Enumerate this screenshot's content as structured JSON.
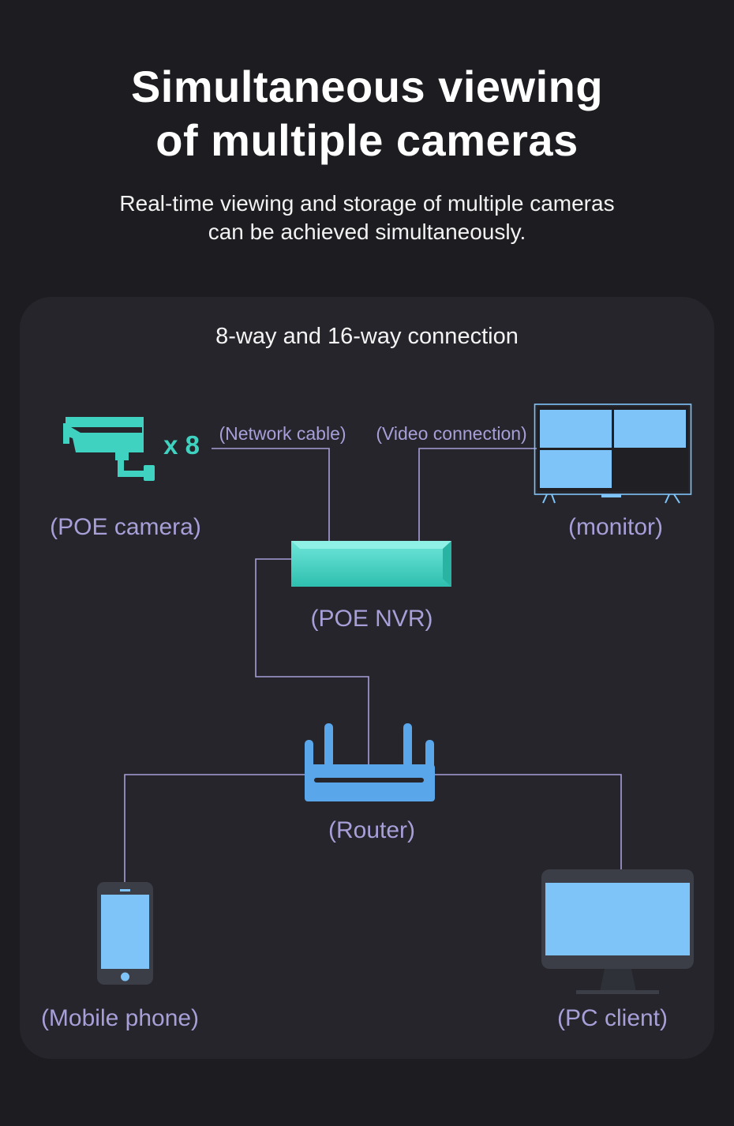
{
  "header": {
    "title_line1": "Simultaneous viewing",
    "title_line2": "of multiple cameras",
    "subtitle_line1": "Real-time viewing and storage of multiple cameras",
    "subtitle_line2": "can be achieved simultaneously."
  },
  "diagram": {
    "title": "8-way and 16-way connection",
    "camera_count": "x 8",
    "labels": {
      "camera": "(POE camera)",
      "network_cable": "(Network cable)",
      "video_connection": "(Video connection)",
      "monitor": "(monitor)",
      "nvr": "(POE NVR)",
      "router": "(Router)",
      "mobile": "(Mobile phone)",
      "pc": "(PC client)"
    }
  },
  "colors": {
    "background": "#1d1d21",
    "panel": "#25252b",
    "accent_teal": "#3fd2c0",
    "screen_blue": "#7fc4f8",
    "router_blue": "#5aa6ea",
    "line": "#a79fd8",
    "label": "#a79fd8"
  }
}
